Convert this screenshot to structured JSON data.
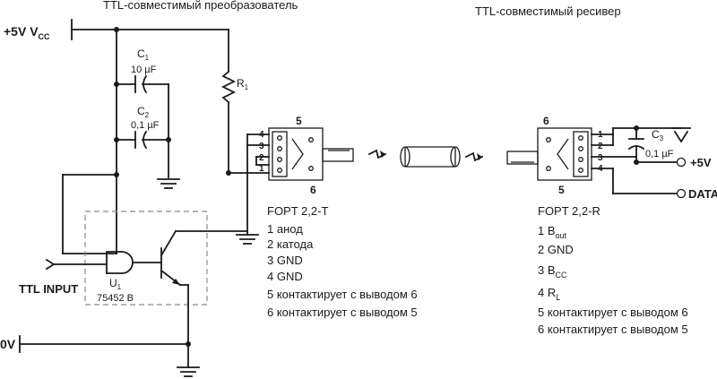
{
  "titles": {
    "transmitter": "TTL-совместимый преобразователь",
    "receiver": "TTL-совместимый ресивер"
  },
  "supply": {
    "main": "+5V V",
    "sub": "CC"
  },
  "ground_label": "0V",
  "input_label": "TTL INPUT",
  "components": {
    "c1": {
      "main": "C",
      "sub": "1",
      "value": "10 µF"
    },
    "c2": {
      "main": "C",
      "sub": "2",
      "value": "0,1 µF"
    },
    "r1": {
      "main": "R",
      "sub": "1"
    },
    "u1": {
      "main": "U",
      "sub": "1",
      "part": "75452 B"
    },
    "c3": {
      "main": "C",
      "sub": "3",
      "value": "0,1 µF"
    }
  },
  "transmitter_module": {
    "pin_top": "5",
    "pin_bottom": "6",
    "pins": [
      "4",
      "3",
      "2",
      "1"
    ],
    "name": "FOPT 2,2-T",
    "pinout": [
      "1 анод",
      "2 катода",
      "3 GND",
      "4 GND",
      "5 контактирует с выводом 6",
      "6 контактирует с выводом 5"
    ]
  },
  "receiver_module": {
    "pin_top": "6",
    "pin_bottom": "5",
    "pins": [
      "1",
      "2",
      "3",
      "4"
    ],
    "name": "FOPT 2,2-R",
    "pinout": [
      {
        "main": "1 B",
        "sub": "out"
      },
      {
        "main": "2 GND",
        "sub": ""
      },
      {
        "main": "3 B",
        "sub": "CC"
      },
      {
        "main": "4 R",
        "sub": "L"
      },
      {
        "main": "5 контактирует с выводом 6",
        "sub": ""
      },
      {
        "main": "6 контактирует с выводом 5",
        "sub": ""
      }
    ]
  },
  "outputs": {
    "supply": "+5V",
    "data": "DATA"
  }
}
